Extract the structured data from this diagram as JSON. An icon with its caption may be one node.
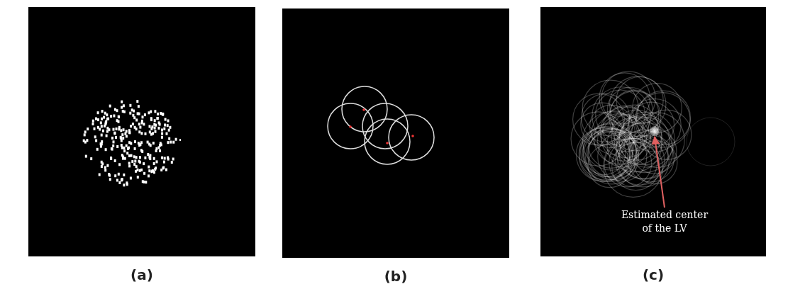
{
  "diagram": {
    "nodes": [
      {
        "text": [],
        "shape": "picture",
        "beside": [
          "(a)"
        ]
      },
      {
        "text": [],
        "shape": "picture",
        "beside": [
          "(b)"
        ]
      },
      {
        "text": [],
        "shape": "picture",
        "beside": [
          "(c)"
        ]
      },
      {
        "text": [],
        "shape": "circle",
        "in": 2
      },
      {
        "text": [
          "Estimated center of the LV"
        ],
        "in": 2
      }
    ],
    "edges": [
      {
        "from": 4,
        "to": 3,
        "arrow": "to",
        "color": "#e06060"
      }
    ]
  }
}
